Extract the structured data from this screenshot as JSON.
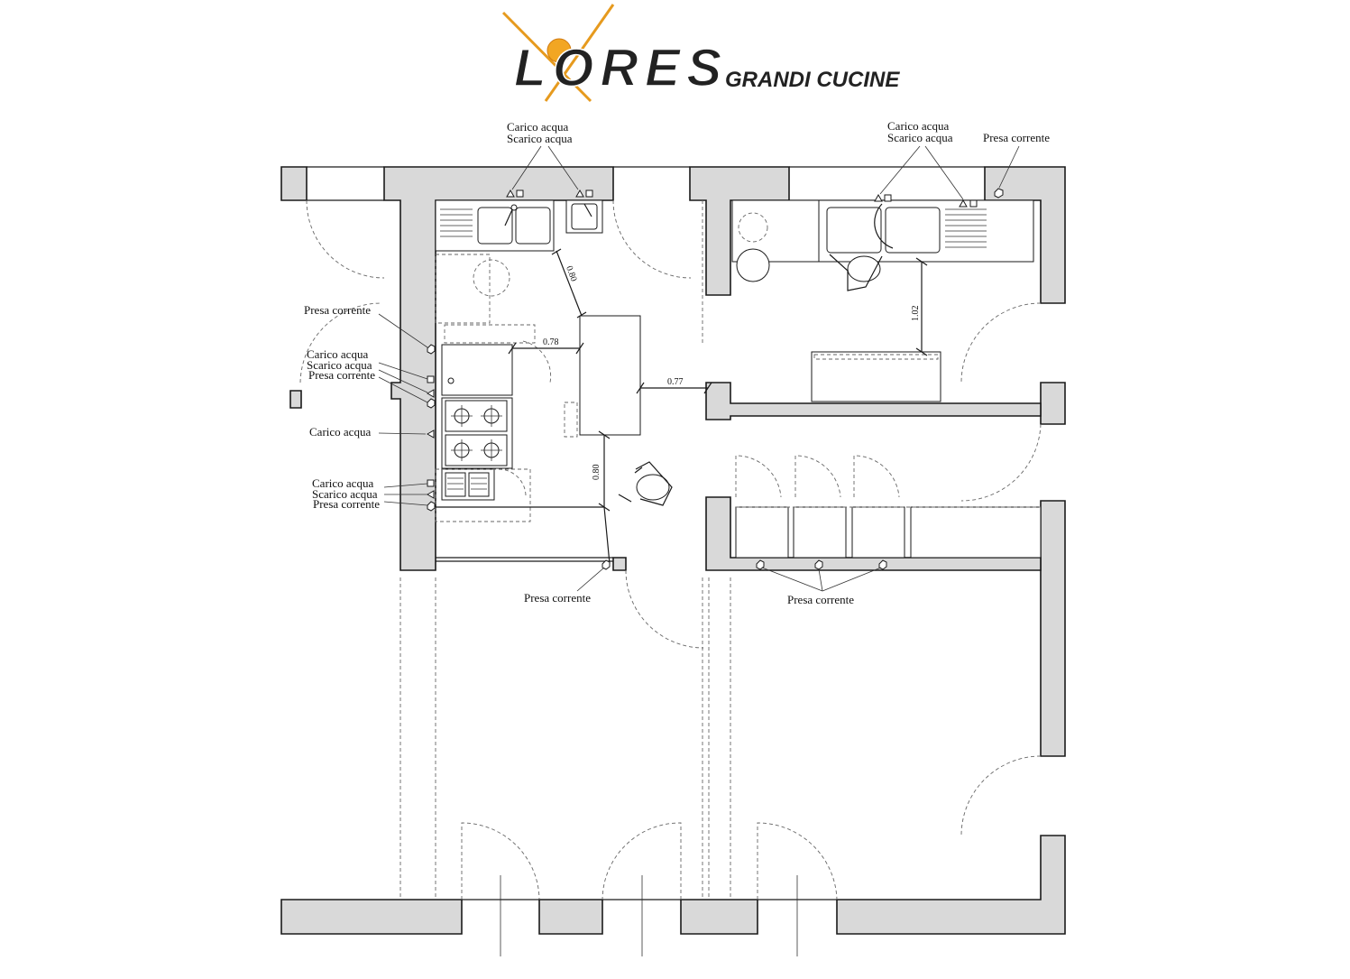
{
  "brand": {
    "logo": "LORES",
    "subtitle": "GRANDI CUCINE"
  },
  "labels": {
    "top_left_water_1": "Carico acqua",
    "top_left_water_2": "Scarico acqua",
    "top_right_water_1": "Carico acqua",
    "top_right_water_2": "Scarico acqua",
    "top_right_power": "Presa corrente",
    "left_power_1": "Presa corrente",
    "left_group_1_a": "Carico acqua",
    "left_group_1_b": "Scarico acqua",
    "left_group_1_c": "Presa corrente",
    "left_water_single": "Carico acqua",
    "left_group_2_a": "Carico acqua",
    "left_group_2_b": "Scarico acqua",
    "left_group_2_c": "Presa corrente",
    "bottom_power_center": "Presa corrente",
    "bottom_power_right": "Presa corrente"
  },
  "dimensions": {
    "d1": "0.80",
    "d2": "0.78",
    "d3": "0.77",
    "d4": "1.02",
    "d5": "0.80"
  },
  "icons": {
    "water_inlet": "triangle-icon",
    "water_drain": "square-icon",
    "power_socket": "hexagon-icon"
  }
}
